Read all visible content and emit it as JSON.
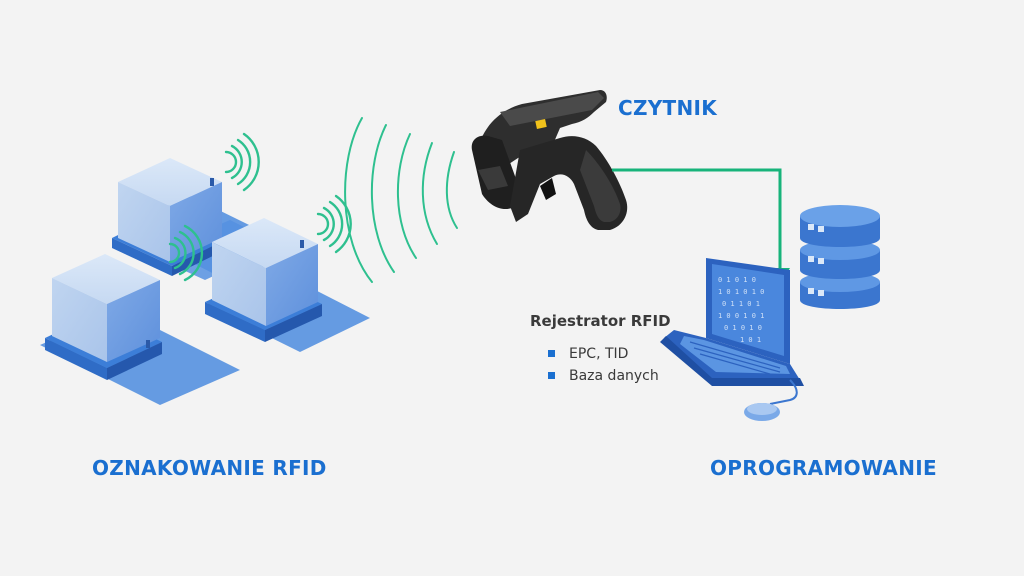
{
  "labels": {
    "tagging": "OZNAKOWANIE RFID",
    "software": "OPROGRAMOWANIE",
    "reader": "CZYTNIK"
  },
  "logger": {
    "title": "Rejestrator RFID",
    "items": [
      "EPC, TID",
      "Baza danych"
    ]
  },
  "icons": {
    "pallets": "pallet-box-icon",
    "waves": "rfid-signal-waves-icon",
    "reader": "handheld-rfid-reader-icon",
    "laptop": "laptop-icon",
    "server": "server-database-icon",
    "mouse": "mouse-icon",
    "connector": "data-flow-arrow"
  },
  "colors": {
    "accent_blue": "#1a6fd0",
    "signal_green": "#2ec08f",
    "arrow_green": "#17b37a",
    "background": "#f3f3f3"
  }
}
